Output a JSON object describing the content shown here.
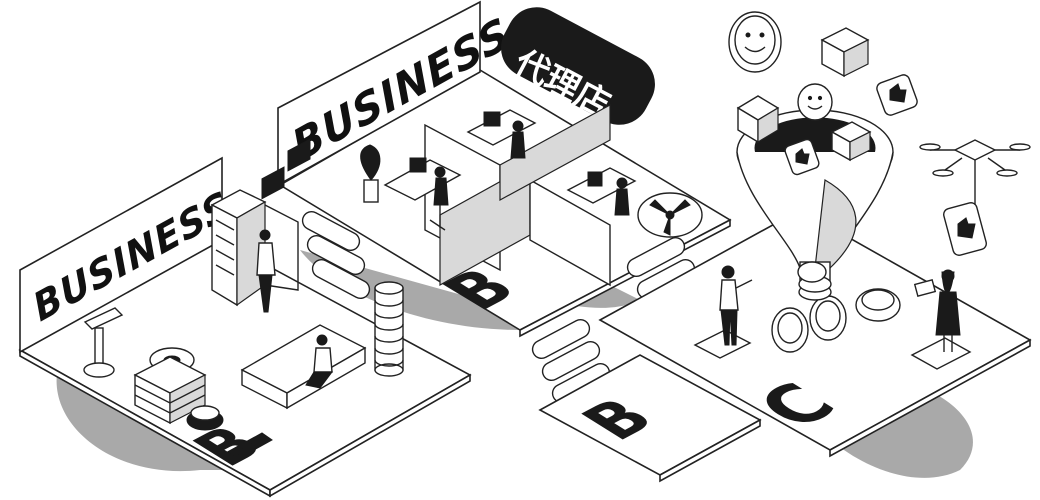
{
  "signs": {
    "left": "BUSINESS",
    "center": "BUSINESS",
    "agency": "代理店"
  },
  "floor_letters": {
    "left": "B",
    "center": "B",
    "middle": "B",
    "right": "C"
  },
  "colors": {
    "ink": "#1a1a1a",
    "paper": "#ffffff",
    "shadow": "#9a9a9a",
    "mid_gray": "#d9d9d9"
  },
  "icons": [
    "smile-coin-icon",
    "heart-cube-icon",
    "thumbs-up-icon",
    "drone-icon",
    "funnel-icon",
    "dollar-coin-icon",
    "server-rack-icon",
    "gear-icon",
    "signpost-icon",
    "fan-icon",
    "database-stack-icon"
  ]
}
